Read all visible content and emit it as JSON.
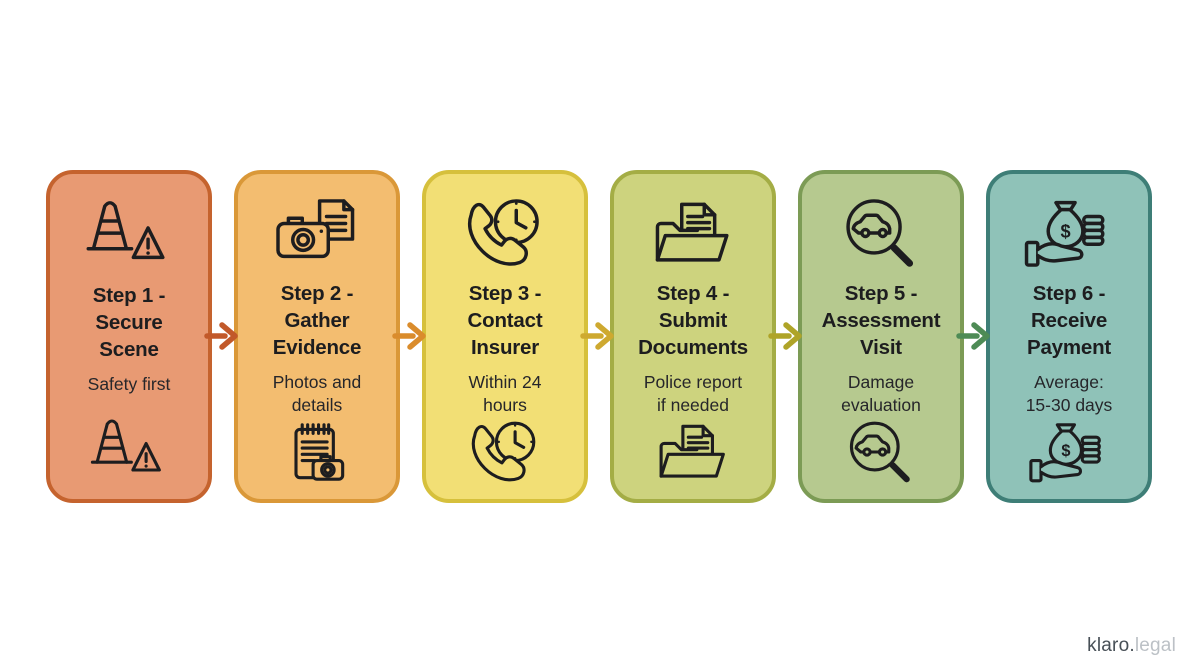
{
  "page": {
    "background": "#ffffff",
    "text_color": "#1d1d1f"
  },
  "flow": {
    "steps": [
      {
        "title": "Step 1 -\nSecure\nScene",
        "subtitle": "Safety first",
        "top_icon": "traffic-cone-warning-icon",
        "bottom_icon": "traffic-cone-warning-icon",
        "fill": "#E89A73",
        "border": "#C5632E",
        "arrow_color": "#C2592A"
      },
      {
        "title": "Step 2 -\nGather\nEvidence",
        "subtitle": "Photos and\ndetails",
        "top_icon": "camera-photos-icon",
        "bottom_icon": "notepad-camera-icon",
        "fill": "#F3BD70",
        "border": "#DA9838",
        "arrow_color": "#DA8C2C"
      },
      {
        "title": "Step 3 -\nContact\nInsurer",
        "subtitle": "Within 24\nhours",
        "top_icon": "phone-clock-icon",
        "bottom_icon": "phone-clock-icon",
        "fill": "#F2DF75",
        "border": "#D6C03C",
        "arrow_color": "#CEA930"
      },
      {
        "title": "Step 4 -\nSubmit\nDocuments",
        "subtitle": "Police report\nif needed",
        "top_icon": "folder-document-icon",
        "bottom_icon": "folder-document-icon",
        "fill": "#CDD37E",
        "border": "#A4AD45",
        "arrow_color": "#AFA428"
      },
      {
        "title": "Step 5 -\nAssessment\nVisit",
        "subtitle": "Damage\nevaluation",
        "top_icon": "magnifier-car-icon",
        "bottom_icon": "magnifier-car-icon",
        "fill": "#B6C98F",
        "border": "#7C9B55",
        "arrow_color": "#4E8B55"
      },
      {
        "title": "Step 6 -\nReceive\nPayment",
        "subtitle": "Average:\n15-30 days",
        "top_icon": "money-hand-icon",
        "bottom_icon": "money-hand-icon",
        "fill": "#8FC2B8",
        "border": "#3E7E77",
        "arrow_color": null
      }
    ]
  },
  "watermark": {
    "brand": "klaro.",
    "suffix": "legal",
    "brand_color": "#474F56",
    "suffix_color": "#BCC1C6"
  }
}
